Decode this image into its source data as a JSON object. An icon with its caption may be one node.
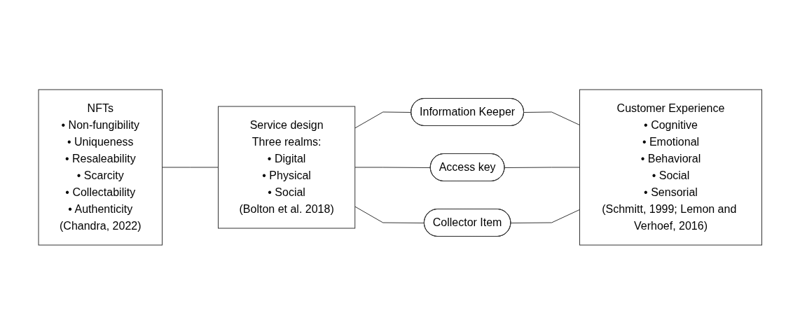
{
  "diagram": {
    "nodes": [
      {
        "text": [
          "NFTs",
          "• Non-fungibility",
          "• Uniqueness",
          "• Resaleability",
          "• Scarcity",
          "• Collectability",
          "• Authenticity",
          "(Chandra, 2022)"
        ]
      },
      {
        "text": [
          "Service design",
          "Three realms:",
          "• Digital",
          "• Physical",
          "• Social",
          "(Bolton et al. 2018)"
        ]
      },
      {
        "text": [
          "Information Keeper"
        ]
      },
      {
        "text": [
          "Access key"
        ]
      },
      {
        "text": [
          "Collector Item"
        ]
      },
      {
        "text": [
          "Customer Experience",
          "• Cognitive",
          "• Emotional",
          "• Behavioral",
          "• Social",
          "• Sensorial",
          "(Schmitt, 1999; Lemon and Verhoef, 2016)"
        ]
      }
    ],
    "edges": [
      {
        "from": 0,
        "to": 1,
        "arrow": "none"
      },
      {
        "from": 1,
        "to": 2,
        "arrow": "none"
      },
      {
        "from": 1,
        "to": 3,
        "arrow": "none"
      },
      {
        "from": 1,
        "to": 4,
        "arrow": "none"
      },
      {
        "from": 2,
        "to": 5,
        "arrow": "none"
      },
      {
        "from": 3,
        "to": 5,
        "arrow": "none"
      },
      {
        "from": 4,
        "to": 5,
        "arrow": "none"
      }
    ]
  }
}
